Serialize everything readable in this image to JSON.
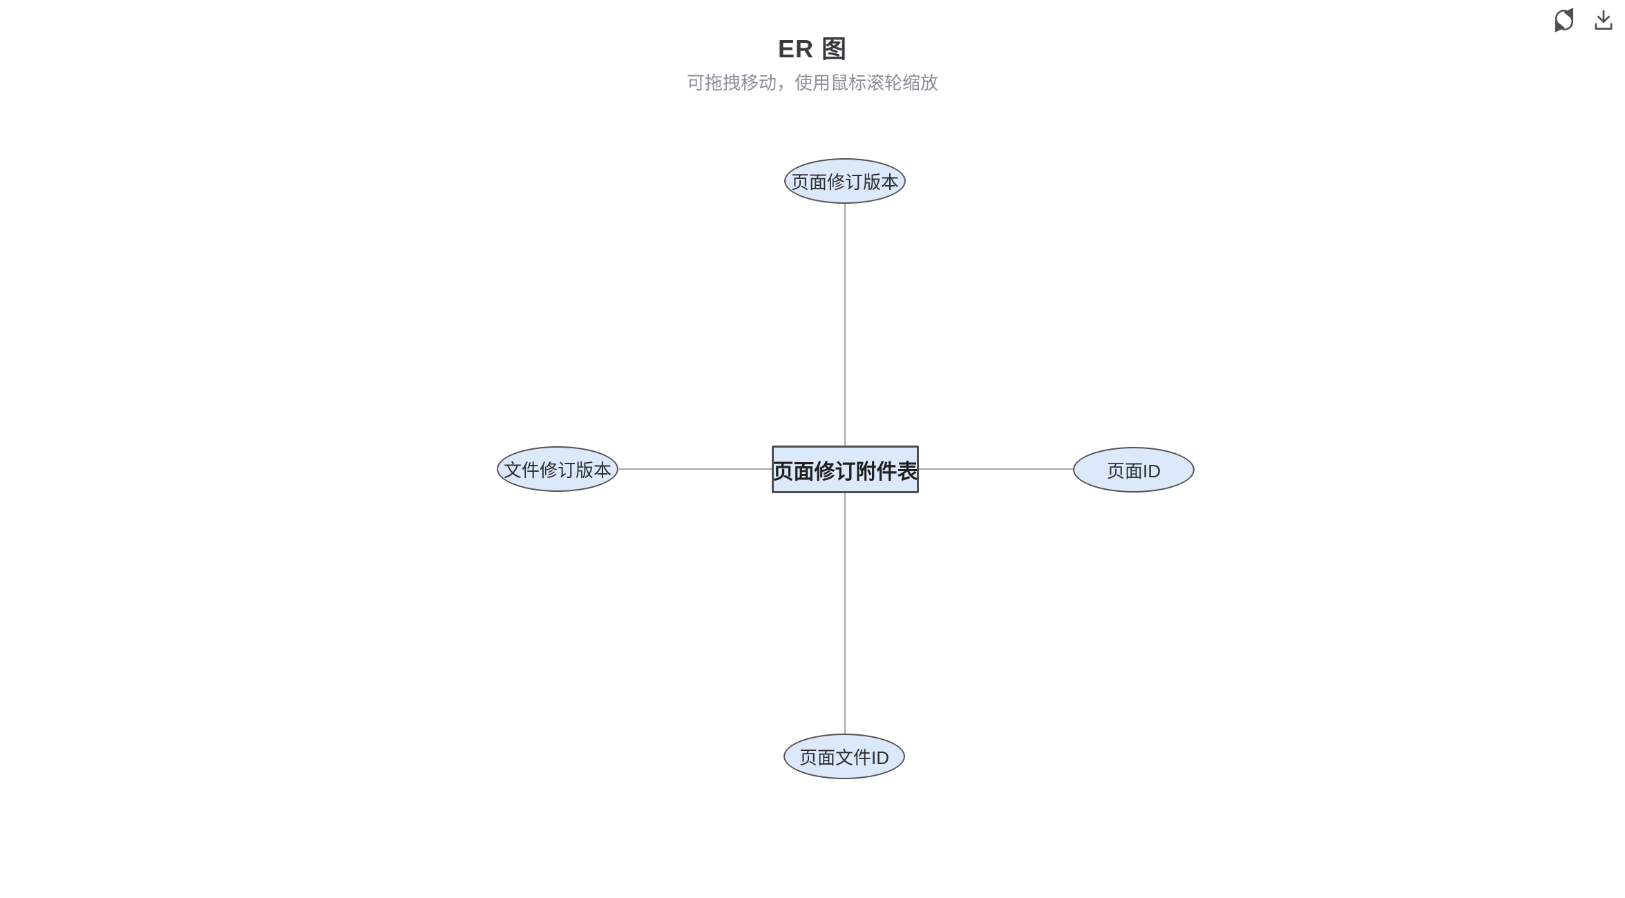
{
  "header": {
    "title": "ER 图",
    "subtitle": "可拖拽移动，使用鼠标滚轮缩放"
  },
  "toolbar": {
    "refresh_icon": "refresh-icon",
    "download_icon": "download-icon"
  },
  "diagram": {
    "type": "er",
    "entity": {
      "label": "页面修订附件表"
    },
    "attributes": [
      {
        "position": "top",
        "label": "页面修订版本"
      },
      {
        "position": "left",
        "label": "文件修订版本"
      },
      {
        "position": "right",
        "label": "页面ID"
      },
      {
        "position": "bottom",
        "label": "页面文件ID"
      }
    ],
    "edges": [
      {
        "from": "页面修订附件表",
        "to": "页面修订版本"
      },
      {
        "from": "页面修订附件表",
        "to": "文件修订版本"
      },
      {
        "from": "页面修订附件表",
        "to": "页面ID"
      },
      {
        "from": "页面修订附件表",
        "to": "页面文件ID"
      }
    ],
    "colors": {
      "node_fill": "#dce9fb",
      "node_border": "#4f4f4f",
      "edge": "#a8a8a8",
      "title_text": "#383b3e",
      "subtitle_text": "#8b909a",
      "icon": "#4f4f4f"
    }
  }
}
